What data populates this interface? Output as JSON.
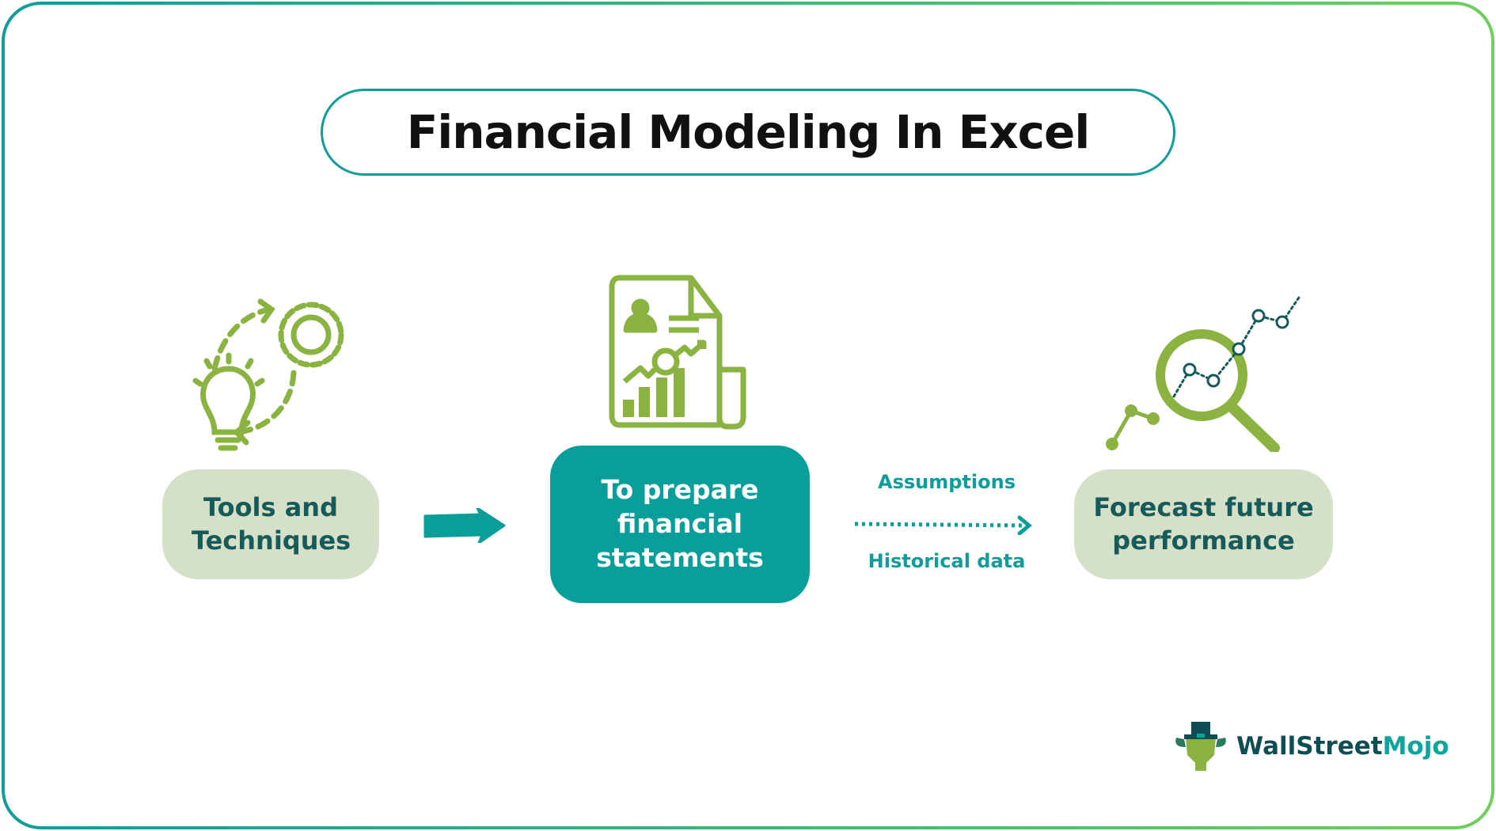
{
  "title": "Financial Modeling In Excel",
  "nodes": {
    "tools": "Tools and Techniques",
    "center": "To prepare financial statements",
    "forecast": "Forecast future performance"
  },
  "connector_labels": {
    "top": "Assumptions",
    "bottom": "Historical data"
  },
  "logo": {
    "part1": "WallStreet",
    "part2": "Mojo"
  },
  "colors": {
    "teal": "#0a9e9a",
    "green": "#8ab341",
    "box": "#d5e0c8",
    "text": "#175a5a"
  }
}
